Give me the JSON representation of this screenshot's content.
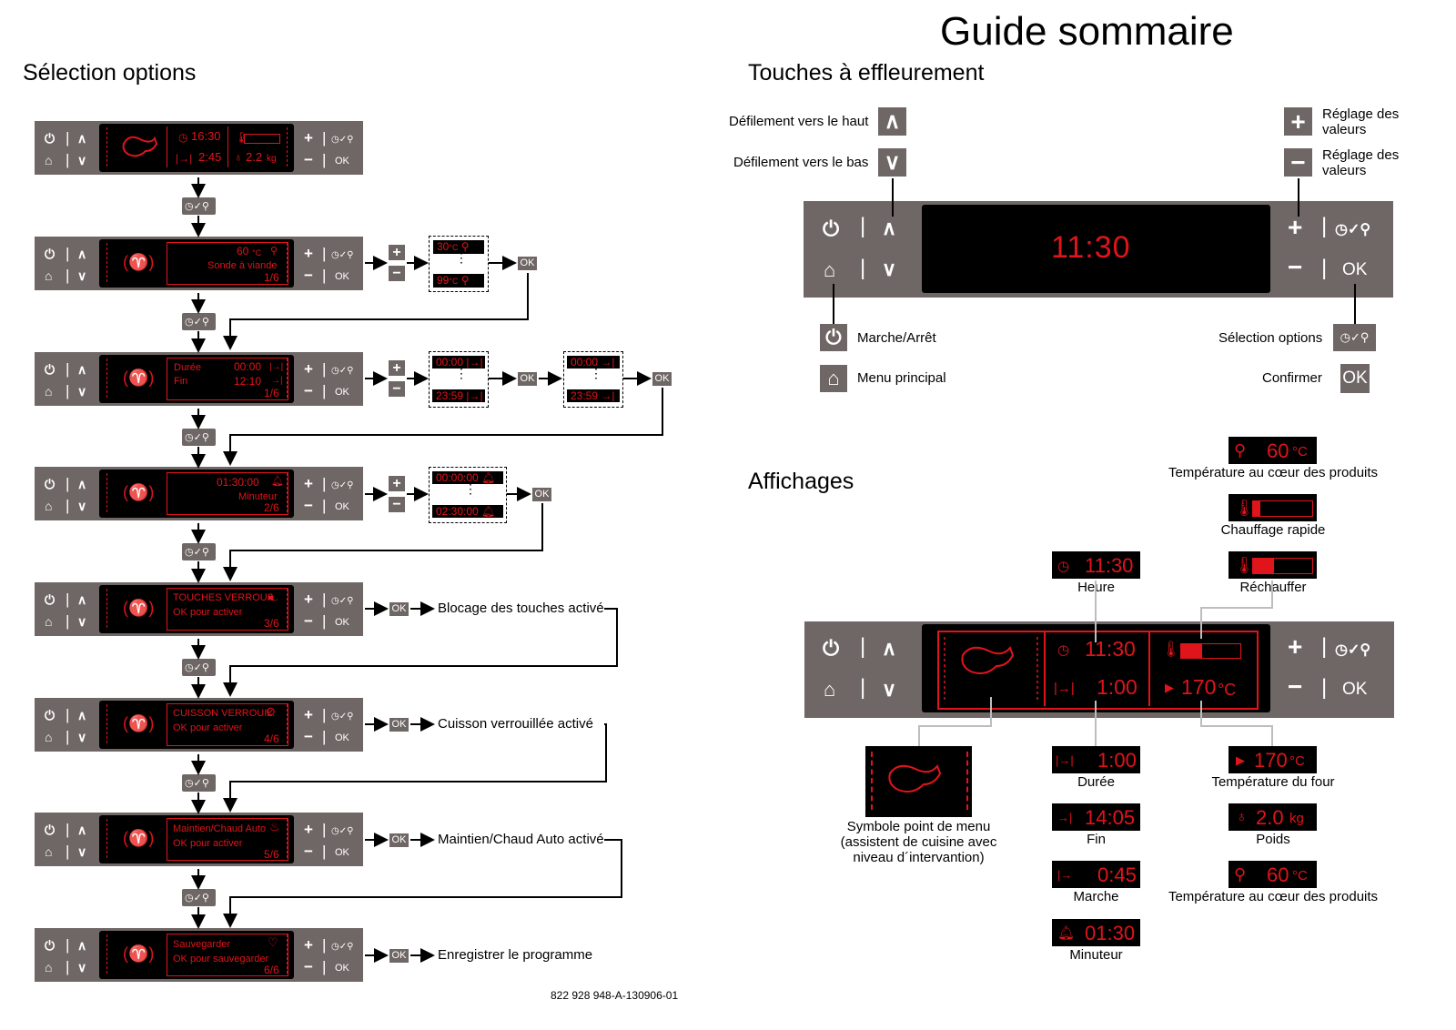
{
  "title": "Guide sommaire",
  "left_heading": "Sélection options",
  "right_heading": "Touches à effleurement",
  "displays_heading": "Affichages",
  "footer_code": "822 928 948-A-130906-01",
  "colors": {
    "panel": "#6f6765",
    "display_red": "#e0141b",
    "screen": "#000000"
  },
  "panel_keys": {
    "plus": "+",
    "minus": "−",
    "ok": "OK",
    "up": "∧",
    "down": "∨"
  },
  "flow": {
    "screen1": {
      "time": "16:30",
      "duration": "2:45",
      "weight": "2.2",
      "unit": "kg"
    },
    "step1": {
      "value": "60",
      "unit": "°C",
      "label": "Sonde à viande",
      "page": "1/6",
      "range_top": "30",
      "range_bottom": "99",
      "unit_short": "°C"
    },
    "step2": {
      "label1": "Durée",
      "label2": "Fin",
      "value1": "00:00",
      "value2": "12:10",
      "page": "1/6",
      "range1_top": "00:00",
      "range1_bottom": "23:59",
      "range2_top": "00:00",
      "range2_bottom": "23:59"
    },
    "step3": {
      "value": "01:30:00",
      "label": "Minuteur",
      "page": "2/6",
      "range_top": "00:00:00",
      "range_bottom": "02:30:00"
    },
    "step4": {
      "line1": "TOUCHES VERROUIL.",
      "line2": "OK pour activer",
      "page": "3/6",
      "result": "Blocage des touches activé"
    },
    "step5": {
      "line1": "CUISSON VERROUIL.",
      "line2": "OK pour activer",
      "page": "4/6",
      "result": "Cuisson verrouillée activé"
    },
    "step6": {
      "line1": "Maintien/Chaud Auto",
      "line2": "OK pour activer",
      "page": "5/6",
      "result": "Maintien/Chaud Auto activé"
    },
    "step7": {
      "line1": "Sauvegarder",
      "line2": "OK pour sauvegarder",
      "page": "6/6",
      "result": "Enregistrer le programme"
    },
    "ok_label": "OK"
  },
  "touch": {
    "scroll_up": "Défilement vers le haut",
    "scroll_down": "Défilement vers le bas",
    "adjust_plus": "Réglage des valeurs",
    "adjust_minus": "Réglage des valeurs",
    "on_off": "Marche/Arrêt",
    "main_menu": "Menu principal",
    "options": "Sélection options",
    "confirm": "Confirmer",
    "clock": "11:30",
    "ok": "OK"
  },
  "displays": {
    "core_temp": {
      "value": "60",
      "unit": "°C",
      "caption": "Température au cœur des produits"
    },
    "rapid_heat": {
      "caption": "Chauffage rapide",
      "fill": 0.12
    },
    "reheat": {
      "caption": "Réchauffer",
      "fill": 0.35
    },
    "clock": {
      "value": "11:30",
      "caption": "Heure"
    },
    "panel": {
      "time": "11:30",
      "duration": "1:00",
      "temp": "170",
      "unit": "°C",
      "fill": 0.35
    },
    "symbol_caption": "Symbole point de menu (assistent de cuisine avec niveau d´intervantion)",
    "duration": {
      "value": "1:00",
      "caption": "Durée"
    },
    "end": {
      "value": "14:05",
      "caption": "Fin"
    },
    "start": {
      "value": "0:45",
      "caption": "Marche"
    },
    "timer": {
      "value": "01:30",
      "caption": "Minuteur"
    },
    "oven_temp": {
      "value": "170",
      "unit": "°C",
      "caption": "Température du four"
    },
    "weight": {
      "value": "2.0",
      "unit": "kg",
      "caption": "Poids"
    },
    "core_temp2": {
      "value": "60",
      "unit": "°C",
      "caption": "Température au cœur des produits"
    }
  }
}
